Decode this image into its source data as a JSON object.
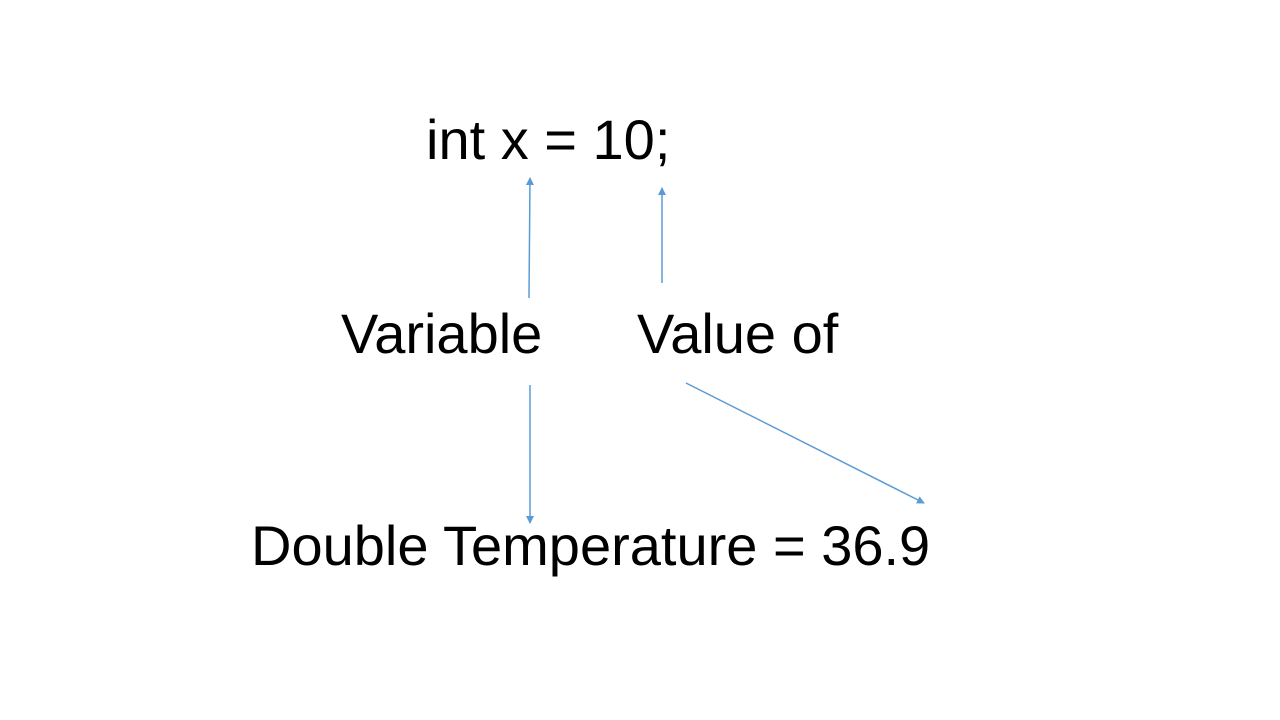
{
  "code_line": "int x = 10;",
  "variable_label": "Variable",
  "value_label": "Value of",
  "example_line": "Double Temperature = 36.9",
  "colors": {
    "text": "#000000",
    "arrow": "#5b9bd5",
    "background": "#ffffff"
  }
}
